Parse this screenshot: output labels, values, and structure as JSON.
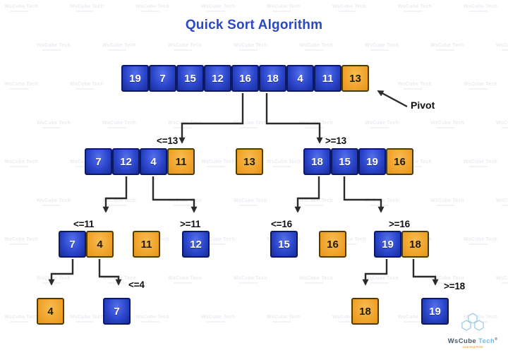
{
  "title": "Quick Sort Algorithm",
  "pivot_label": "Pivot",
  "watermark": {
    "text": "WsCube Tech"
  },
  "logo": {
    "name": "WsCube ",
    "suffix": "Tech",
    "reg": "®",
    "tagline": "Learning Point"
  },
  "colors": {
    "title": "#2b49c5",
    "box_blue_light": "#5570e8",
    "box_blue": "#2b46cc",
    "box_blue_dark": "#1a2c96",
    "box_border_blue": "#0c1a66",
    "box_orange_light": "#f8bc52",
    "box_orange": "#f0a42c",
    "box_orange_dark": "#e3961d",
    "box_border_orange": "#4c3c06",
    "arrow": "#2b2b2b"
  },
  "partition_labels": {
    "le13": "<=13",
    "ge13": ">=13",
    "le11": "<=11",
    "ge11": ">=11",
    "le16": "<=16",
    "ge16": ">=16",
    "le4": "<=4",
    "ge18": ">=18"
  },
  "nodes": {
    "root": [
      {
        "v": "19",
        "c": "blue"
      },
      {
        "v": "7",
        "c": "blue"
      },
      {
        "v": "15",
        "c": "blue"
      },
      {
        "v": "12",
        "c": "blue"
      },
      {
        "v": "16",
        "c": "blue"
      },
      {
        "v": "18",
        "c": "blue"
      },
      {
        "v": "4",
        "c": "blue"
      },
      {
        "v": "11",
        "c": "blue"
      },
      {
        "v": "13",
        "c": "orange"
      }
    ],
    "l2_left": [
      {
        "v": "7",
        "c": "blue"
      },
      {
        "v": "12",
        "c": "blue"
      },
      {
        "v": "4",
        "c": "blue"
      },
      {
        "v": "11",
        "c": "orange"
      }
    ],
    "l2_mid": [
      {
        "v": "13",
        "c": "orange"
      }
    ],
    "l2_right": [
      {
        "v": "18",
        "c": "blue"
      },
      {
        "v": "15",
        "c": "blue"
      },
      {
        "v": "19",
        "c": "blue"
      },
      {
        "v": "16",
        "c": "orange"
      }
    ],
    "l3_7_4": [
      {
        "v": "7",
        "c": "blue"
      },
      {
        "v": "4",
        "c": "orange"
      }
    ],
    "l3_11": [
      {
        "v": "11",
        "c": "orange"
      }
    ],
    "l3_12": [
      {
        "v": "12",
        "c": "blue"
      }
    ],
    "l3_15": [
      {
        "v": "15",
        "c": "blue"
      }
    ],
    "l3_16": [
      {
        "v": "16",
        "c": "orange"
      }
    ],
    "l3_19_18": [
      {
        "v": "19",
        "c": "blue"
      },
      {
        "v": "18",
        "c": "orange"
      }
    ],
    "l4_4": [
      {
        "v": "4",
        "c": "orange"
      }
    ],
    "l4_7": [
      {
        "v": "7",
        "c": "blue"
      }
    ],
    "l4_18": [
      {
        "v": "18",
        "c": "orange"
      }
    ],
    "l4_19": [
      {
        "v": "19",
        "c": "blue"
      }
    ]
  }
}
